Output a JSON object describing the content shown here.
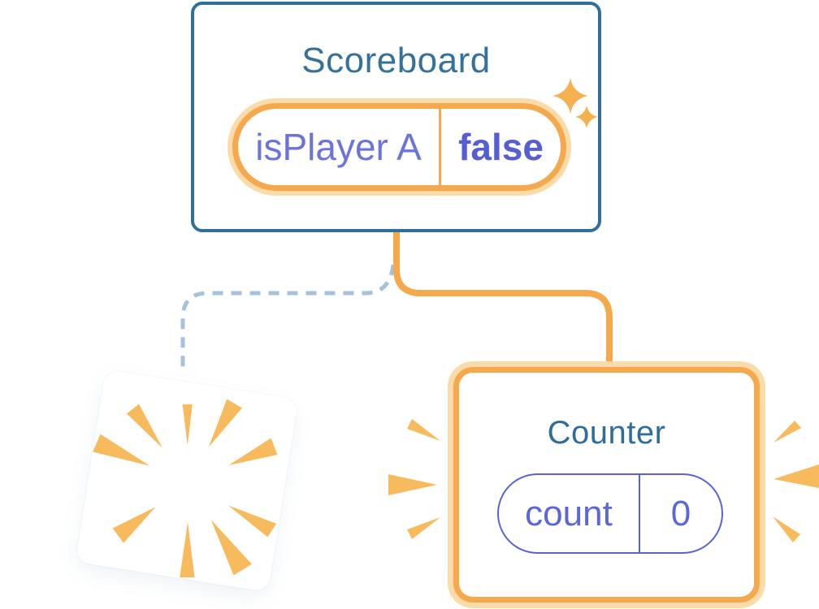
{
  "scoreboard": {
    "title": "Scoreboard",
    "state": {
      "label": "isPlayer A",
      "value": "false"
    }
  },
  "counter": {
    "title": "Counter",
    "state": {
      "label": "count",
      "value": "0"
    }
  },
  "icons": {
    "sparkles": "sparkles-icon",
    "burst_left": "burst-left-icon",
    "burst_right": "burst-right-icon",
    "destroyed_burst": "destroyed-burst-icon"
  },
  "colors": {
    "card_border_blue": "#2E6F9C",
    "title_blue": "#35719A",
    "state_label_purple": "#6B74DB",
    "state_value_purple": "#555ED3",
    "count_pill_purple": "#5A63D5",
    "orange": "#F5A94C",
    "orange_halo": "#FBDCA9",
    "burst_orange": "#F7BA5C",
    "dashed_connector_blue": "#A4C2DB",
    "background": "#FFFFFF"
  }
}
